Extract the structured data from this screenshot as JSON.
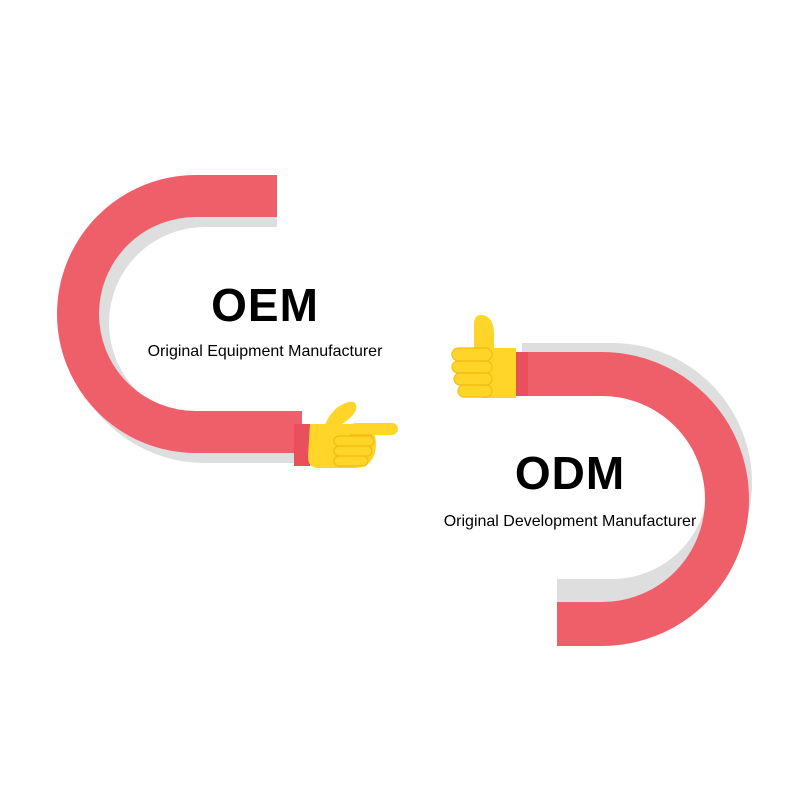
{
  "colors": {
    "arm": "#ef5f6a",
    "arm_shadow": "#dedede",
    "cuff": "#e8505c",
    "hand": "#ffd52a",
    "hand_shade": "#f2bc12",
    "background": "#ffffff"
  },
  "oem": {
    "acronym": "OEM",
    "full_name": "Original Equipment Manufacturer",
    "hand_icon": "pointing-hand-icon"
  },
  "odm": {
    "acronym": "ODM",
    "full_name": "Original Development Manufacturer",
    "hand_icon": "thumbs-up-icon"
  }
}
